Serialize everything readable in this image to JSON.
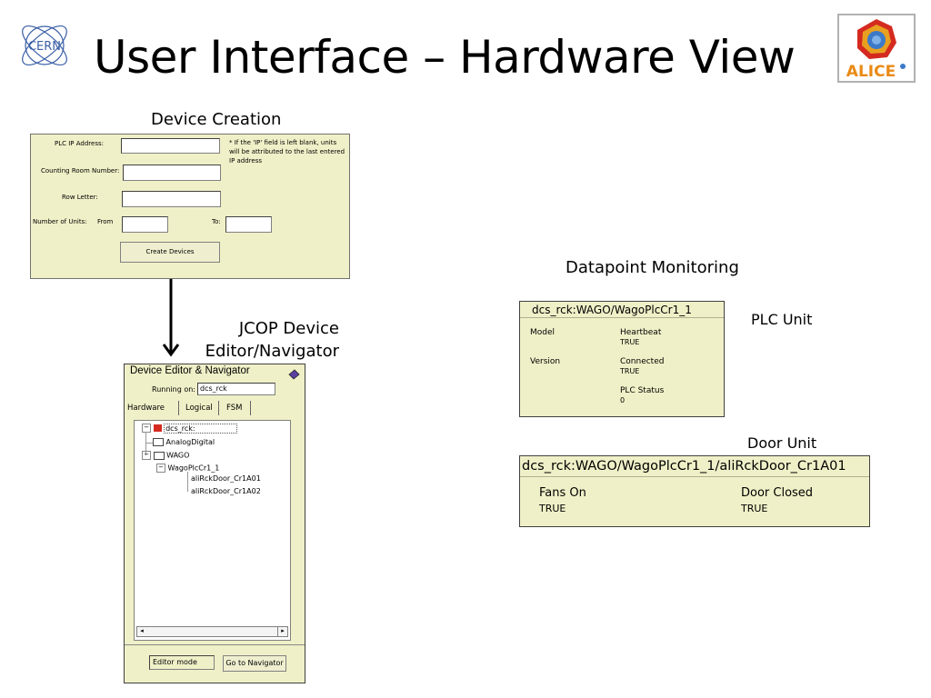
{
  "slide": {
    "title": "User Interface – Hardware View",
    "cern_logo_text": "CERN",
    "alice_logo_text": "ALICE"
  },
  "device_creation": {
    "caption": "Device Creation",
    "plc_ip_label": "PLC IP Address:",
    "plc_ip_value": "",
    "note": [
      "* If the 'IP' field is left blank, units",
      "will be attributed to the last entered",
      "IP address"
    ],
    "counting_room_label": "Counting Room Number:",
    "counting_room_value": "",
    "row_letter_label": "Row Letter:",
    "row_letter_value": "",
    "units_label": "Number of Units:",
    "from_label": "From",
    "from_value": "",
    "to_label": "To:",
    "to_value": "",
    "create_button": "Create Devices"
  },
  "navigator": {
    "caption_line1": "JCOP Device",
    "caption_line2": "Editor/Navigator",
    "title": "Device Editor & Navigator",
    "running_on_label": "Running on:",
    "running_on_value": "dcs_rck",
    "tabs": [
      "Hardware",
      "Logical",
      "FSM"
    ],
    "tree": [
      {
        "label": "dcs_rck:"
      },
      {
        "label": "AnalogDigital"
      },
      {
        "label": "WAGO"
      },
      {
        "label": "WagoPlcCr1_1"
      },
      {
        "label": "aliRckDoor_Cr1A01"
      },
      {
        "label": "aliRckDoor_Cr1A02"
      }
    ],
    "mode_value": "Editor mode",
    "goto_button": "Go to Navigator"
  },
  "monitoring": {
    "caption": "Datapoint Monitoring",
    "plc_caption": "PLC Unit",
    "plc": {
      "title": "dcs_rck:WAGO/WagoPlcCr1_1",
      "model_label": "Model",
      "version_label": "Version",
      "heartbeat_label": "Heartbeat",
      "heartbeat_value": "TRUE",
      "connected_label": "Connected",
      "connected_value": "TRUE",
      "status_label": "PLC Status",
      "status_value": "0"
    },
    "door_caption": "Door Unit",
    "door": {
      "title": "dcs_rck:WAGO/WagoPlcCr1_1/aliRckDoor_Cr1A01",
      "fans_label": "Fans On",
      "fans_value": "TRUE",
      "door_label": "Door Closed",
      "door_value": "TRUE"
    }
  }
}
